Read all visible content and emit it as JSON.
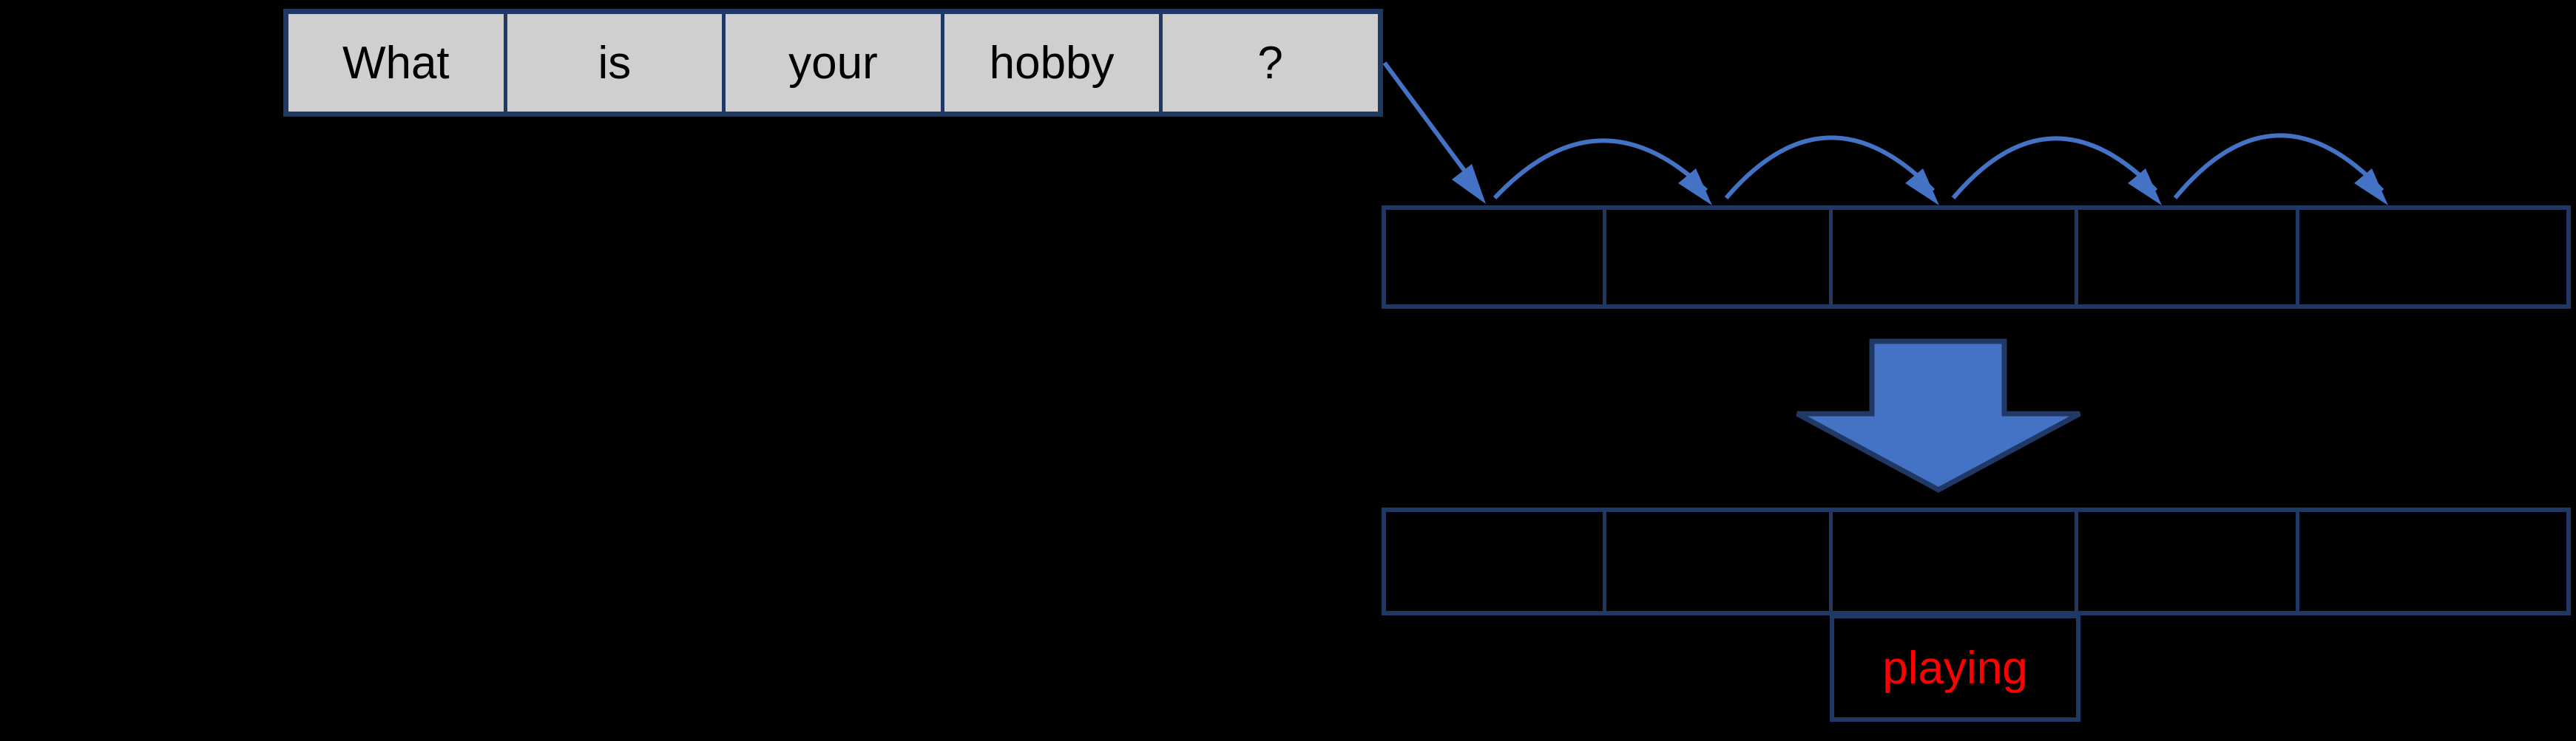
{
  "question_row": {
    "words": [
      "What",
      "is",
      "your",
      "hobby",
      "?"
    ]
  },
  "encoder_row": {
    "cell_count": 5
  },
  "decoder_row": {
    "cell_count": 5
  },
  "output_box": {
    "label": "playing"
  },
  "icons": {
    "question_to_row_arrow": "thin-diagonal-arrow",
    "hop_arcs": "four-jump-arc-arrows",
    "transform_arrow": "big-down-arrow"
  },
  "colors": {
    "navy": "#1F3864",
    "blue": "#4472C4",
    "gray": "#D0CECE",
    "red": "#FF0000",
    "bg": "#000000",
    "text": "#000000"
  }
}
